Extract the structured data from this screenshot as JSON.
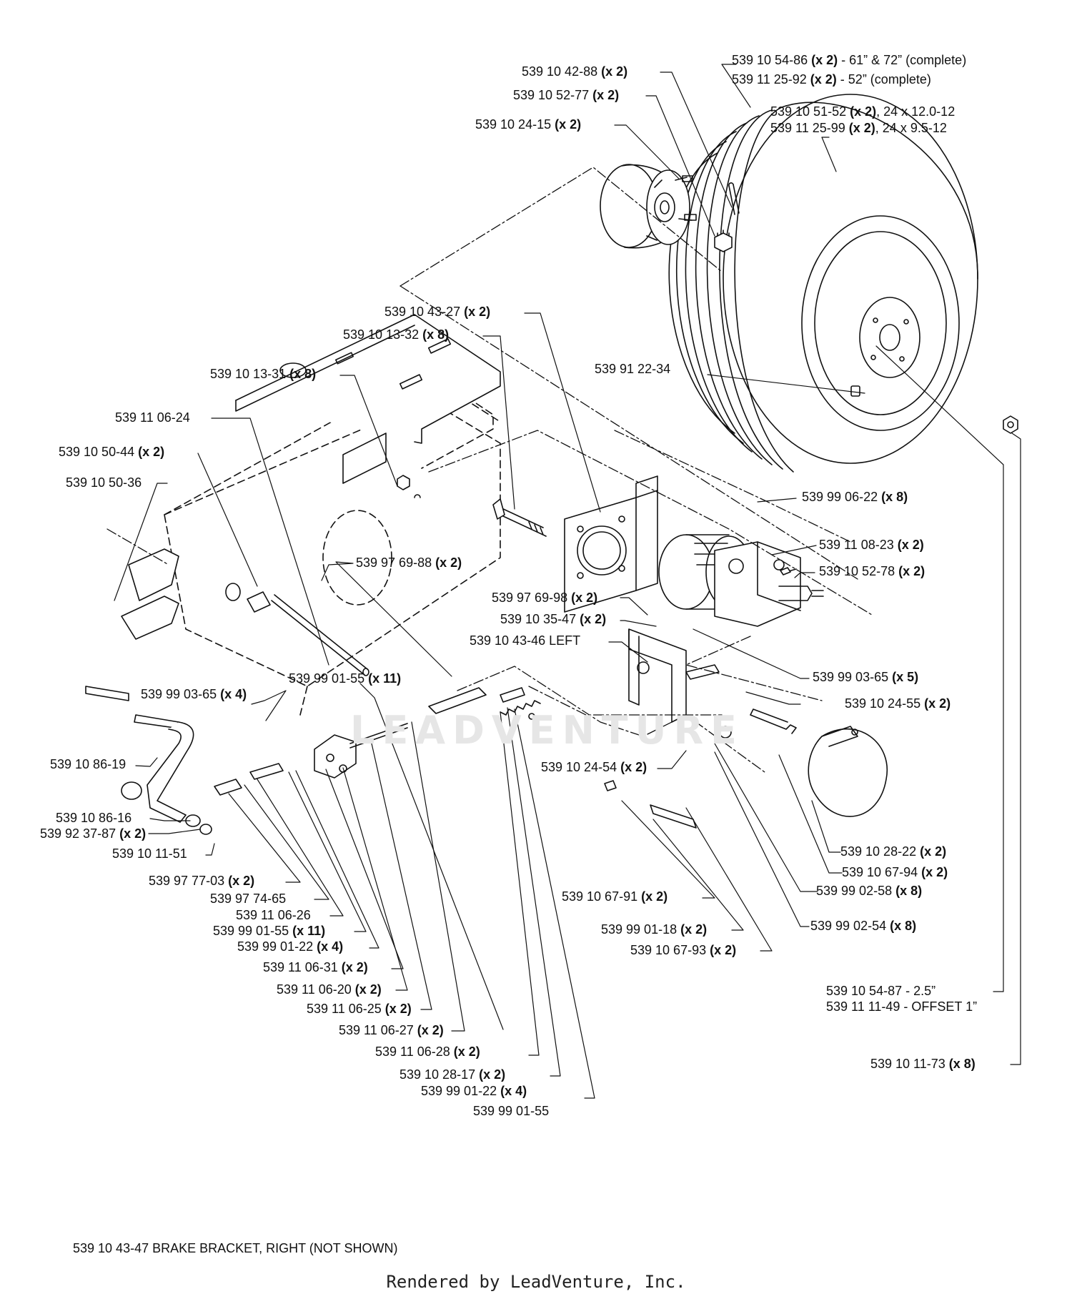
{
  "colors": {
    "line": "#111111",
    "background": "#ffffff",
    "watermark": "#e6e6e6"
  },
  "watermark": "LEADVENTURE",
  "callouts": [
    {
      "id": "c1",
      "num": "539 10 42-88",
      "qty": "(x 2)"
    },
    {
      "id": "c2",
      "num": "539 10 52-77",
      "qty": "(x 2)"
    },
    {
      "id": "c3",
      "num": "539 10 24-15",
      "qty": "(x 2)"
    },
    {
      "id": "c4a",
      "num": "539 10 54-86",
      "qty": "(x 2)",
      "rest": " - 61” & 72” (complete)"
    },
    {
      "id": "c4b",
      "num": "539 11 25-92",
      "qty": "(x 2)",
      "rest": " - 52” (complete)"
    },
    {
      "id": "c5a",
      "num": "539 10 51-52",
      "qty": "(x 2)",
      "rest": ", 24 x 12.0-12"
    },
    {
      "id": "c5b",
      "num": "539 11 25-99",
      "qty": "(x 2)",
      "rest": ", 24 x 9.5-12"
    },
    {
      "id": "c6",
      "num": "539 10 43-27",
      "qty": "(x 2)"
    },
    {
      "id": "c7",
      "num": "539 10 13-32",
      "qty": "(x 8)"
    },
    {
      "id": "c8",
      "num": "539 91 22-34",
      "qty": ""
    },
    {
      "id": "c9",
      "num": "539 10 13-31",
      "qty": "(x 8)"
    },
    {
      "id": "c10",
      "num": "539 11 06-24",
      "qty": ""
    },
    {
      "id": "c11",
      "num": "539 10 50-44",
      "qty": "(x 2)"
    },
    {
      "id": "c12",
      "num": "539 10 50-36",
      "qty": ""
    },
    {
      "id": "c13",
      "num": "539 99 06-22",
      "qty": "(x 8)"
    },
    {
      "id": "c14",
      "num": "539 11 08-23",
      "qty": "(x 2)"
    },
    {
      "id": "c15",
      "num": "539 10 52-78",
      "qty": "(x 2)"
    },
    {
      "id": "c16",
      "num": "539 97 69-88",
      "qty": "(x 2)"
    },
    {
      "id": "c17",
      "num": "539 97 69-98",
      "qty": "(x 2)"
    },
    {
      "id": "c18",
      "num": "539 10 35-47",
      "qty": "(x 2)"
    },
    {
      "id": "c19",
      "num": "539 10 43-46 LEFT",
      "qty": ""
    },
    {
      "id": "c20",
      "num": "539 99 03-65",
      "qty": "(x 5)"
    },
    {
      "id": "c21",
      "num": "539 99 01-55",
      "qty": "(x 11)"
    },
    {
      "id": "c22",
      "num": "539 99 03-65",
      "qty": "(x 4)"
    },
    {
      "id": "c23",
      "num": "539 10 24-55",
      "qty": "(x 2)"
    },
    {
      "id": "c24",
      "num": "539 10 86-19",
      "qty": ""
    },
    {
      "id": "c25",
      "num": "539 10 24-54",
      "qty": "(x 2)"
    },
    {
      "id": "c26",
      "num": "539 10 86-16",
      "qty": ""
    },
    {
      "id": "c27",
      "num": "539 92 37-87",
      "qty": "(x 2)"
    },
    {
      "id": "c28",
      "num": "539 10 11-51",
      "qty": ""
    },
    {
      "id": "c29",
      "num": "539 10 28-22",
      "qty": "(x 2)"
    },
    {
      "id": "c30",
      "num": "539 10 67-94",
      "qty": "(x 2)"
    },
    {
      "id": "c31",
      "num": "539 97 77-03",
      "qty": "(x 2)"
    },
    {
      "id": "c32",
      "num": "539 99 02-58",
      "qty": "(x 8)"
    },
    {
      "id": "c33",
      "num": "539 97 74-65",
      "qty": ""
    },
    {
      "id": "c34",
      "num": "539 10 67-91",
      "qty": "(x 2)"
    },
    {
      "id": "c35",
      "num": "539 11 06-26",
      "qty": ""
    },
    {
      "id": "c36",
      "num": "539 99 01-55",
      "qty": "(x 11)"
    },
    {
      "id": "c37",
      "num": "539 99 02-54",
      "qty": "(x 8)"
    },
    {
      "id": "c38",
      "num": "539 99 01-18",
      "qty": "(x 2)"
    },
    {
      "id": "c39",
      "num": "539 99 01-22",
      "qty": "(x 4)"
    },
    {
      "id": "c40",
      "num": "539 10 67-93",
      "qty": "(x 2)"
    },
    {
      "id": "c41",
      "num": "539 11 06-31",
      "qty": "(x 2)"
    },
    {
      "id": "c42",
      "num": "539 11 06-20",
      "qty": "(x 2)"
    },
    {
      "id": "c43a",
      "num": "539 10 54-87 - 2.5”",
      "qty": ""
    },
    {
      "id": "c43b",
      "num": "539 11 11-49 - OFFSET 1”",
      "qty": ""
    },
    {
      "id": "c44",
      "num": "539 11 06-25",
      "qty": "(x 2)"
    },
    {
      "id": "c45",
      "num": "539 11 06-27",
      "qty": "(x 2)"
    },
    {
      "id": "c46",
      "num": "539 11 06-28",
      "qty": "(x 2)"
    },
    {
      "id": "c47",
      "num": "539 10 11-73",
      "qty": "(x 8)"
    },
    {
      "id": "c48",
      "num": "539 10 28-17",
      "qty": "(x 2)"
    },
    {
      "id": "c49",
      "num": "539 99 01-22",
      "qty": "(x 4)"
    },
    {
      "id": "c50",
      "num": "539 99 01-55",
      "qty": ""
    }
  ],
  "footnote": "539 10 43-47 BRAKE BRACKET, RIGHT (NOT SHOWN)",
  "credit": "Rendered by LeadVenture, Inc."
}
